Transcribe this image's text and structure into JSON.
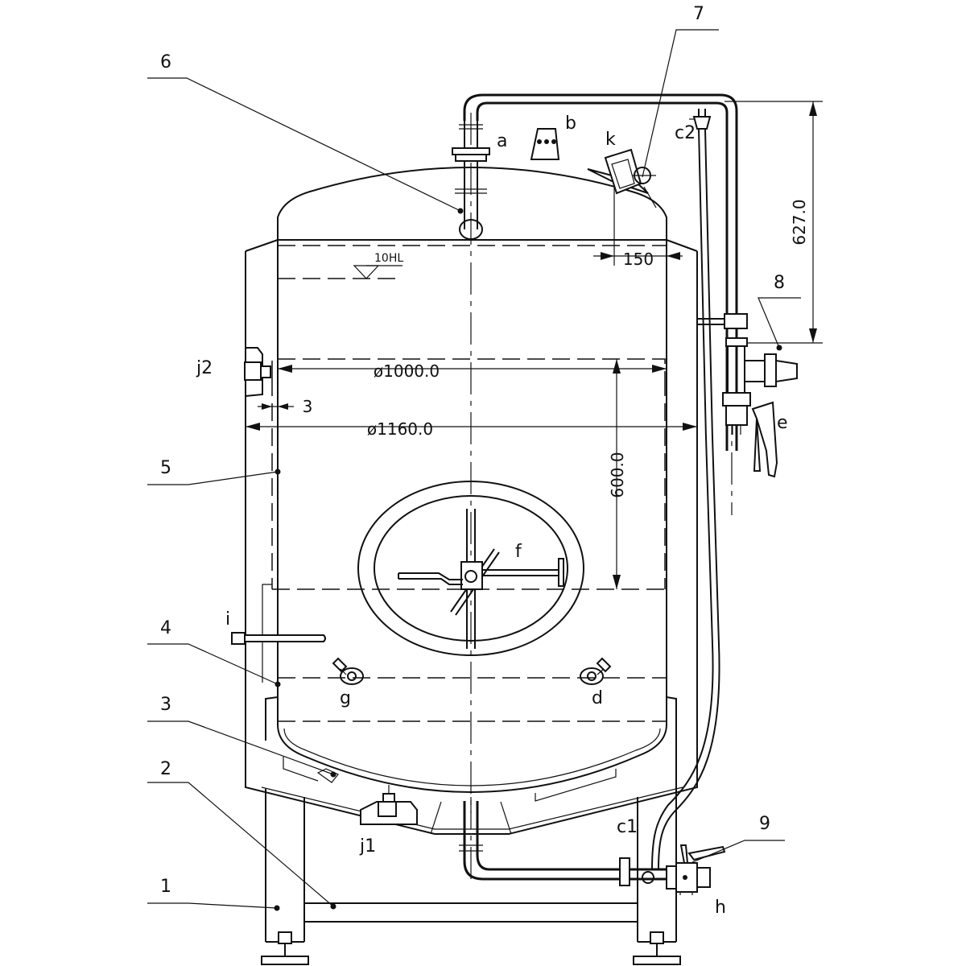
{
  "callouts": {
    "n1": "1",
    "n2": "2",
    "n3": "3",
    "n4": "4",
    "n5": "5",
    "n6": "6",
    "n7": "7",
    "n8": "8",
    "n9": "9"
  },
  "letters": {
    "a": "a",
    "b": "b",
    "k": "k",
    "c2": "c2",
    "j2": "j2",
    "e": "e",
    "f": "f",
    "i": "i",
    "g": "g",
    "d": "d",
    "j1": "j1",
    "c1": "c1",
    "h": "h"
  },
  "dimensions": {
    "height_top": "627.0",
    "offset": "150",
    "inner_diameter": "ø1000.0",
    "outer_diameter": "ø1160.0",
    "wall_gap": "3",
    "manway_height": "600.0",
    "level_mark": "10HL"
  }
}
